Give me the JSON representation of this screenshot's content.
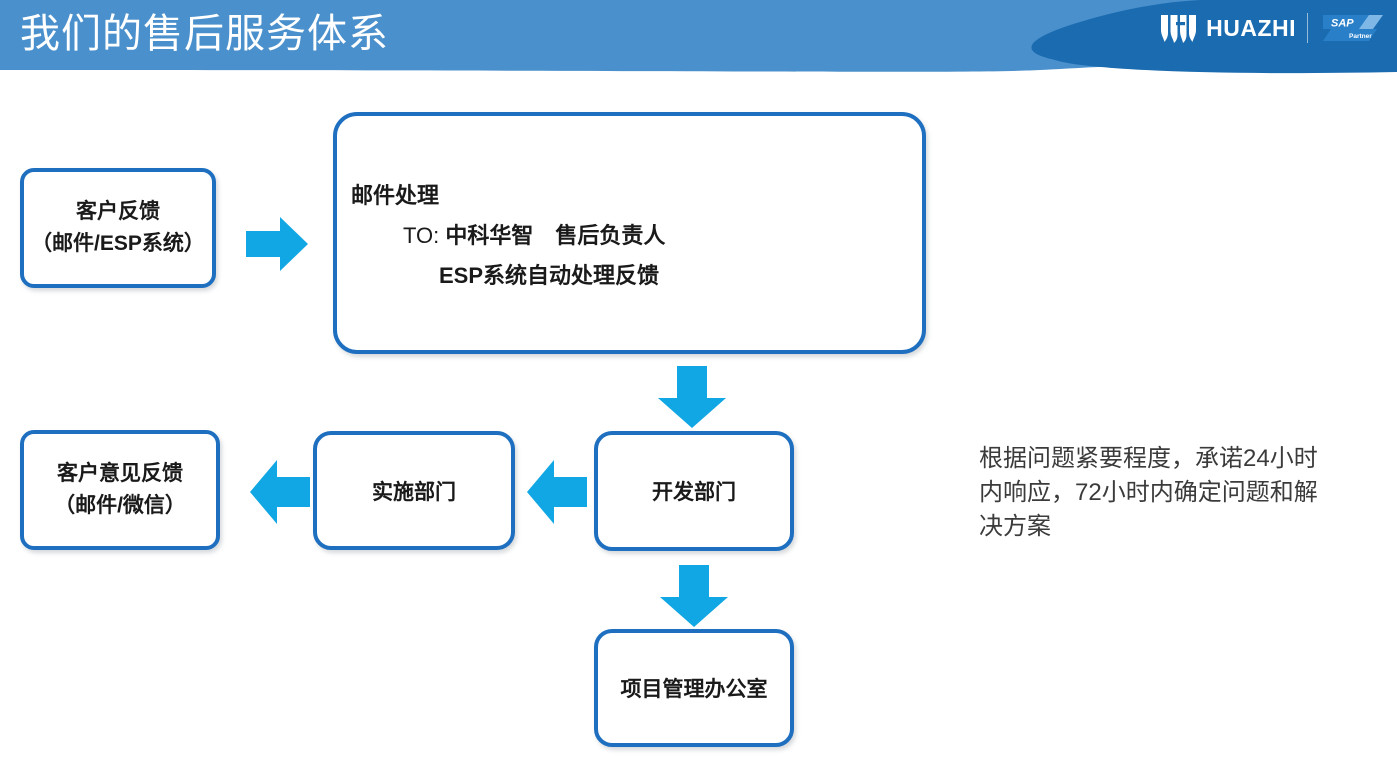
{
  "header": {
    "title": "我们的售后服务体系",
    "brand_name": "HUAZHI",
    "partner_badge": {
      "primary": "SAP",
      "secondary": "Partner"
    },
    "colors": {
      "banner_light": "#4a90cc",
      "banner_dark": "#1a6bb0",
      "title_color": "#ffffff"
    }
  },
  "diagram": {
    "colors": {
      "node_border": "#1f6fc0",
      "node_fill": "#ffffff",
      "arrow": "#11a7e4",
      "text": "#1a1a1a"
    },
    "nodes": {
      "customer_feedback": {
        "line1": "客户反馈",
        "line2": "（邮件/ESP系统）"
      },
      "mail_process": {
        "line1": "邮件处理",
        "line2_label": "TO: ",
        "line2_value": "中科华智　售后负责人",
        "line3": "ESP系统自动处理反馈"
      },
      "dev_dept": {
        "line1": "开发部门"
      },
      "impl_dept": {
        "line1": "实施部门"
      },
      "customer_opinion": {
        "line1": "客户意见反馈",
        "line2": "（邮件/微信）"
      },
      "pmo": {
        "line1": "项目管理办公室"
      }
    },
    "arrows": [
      {
        "name": "feedback-to-mail",
        "direction": "right"
      },
      {
        "name": "mail-to-dev",
        "direction": "down"
      },
      {
        "name": "dev-to-impl",
        "direction": "left"
      },
      {
        "name": "impl-to-opinion",
        "direction": "left"
      },
      {
        "name": "dev-to-pmo",
        "direction": "down"
      }
    ]
  },
  "side_note": {
    "text": "根据问题紧要程度，承诺24小时内响应，72小时内确定问题和解决方案"
  }
}
